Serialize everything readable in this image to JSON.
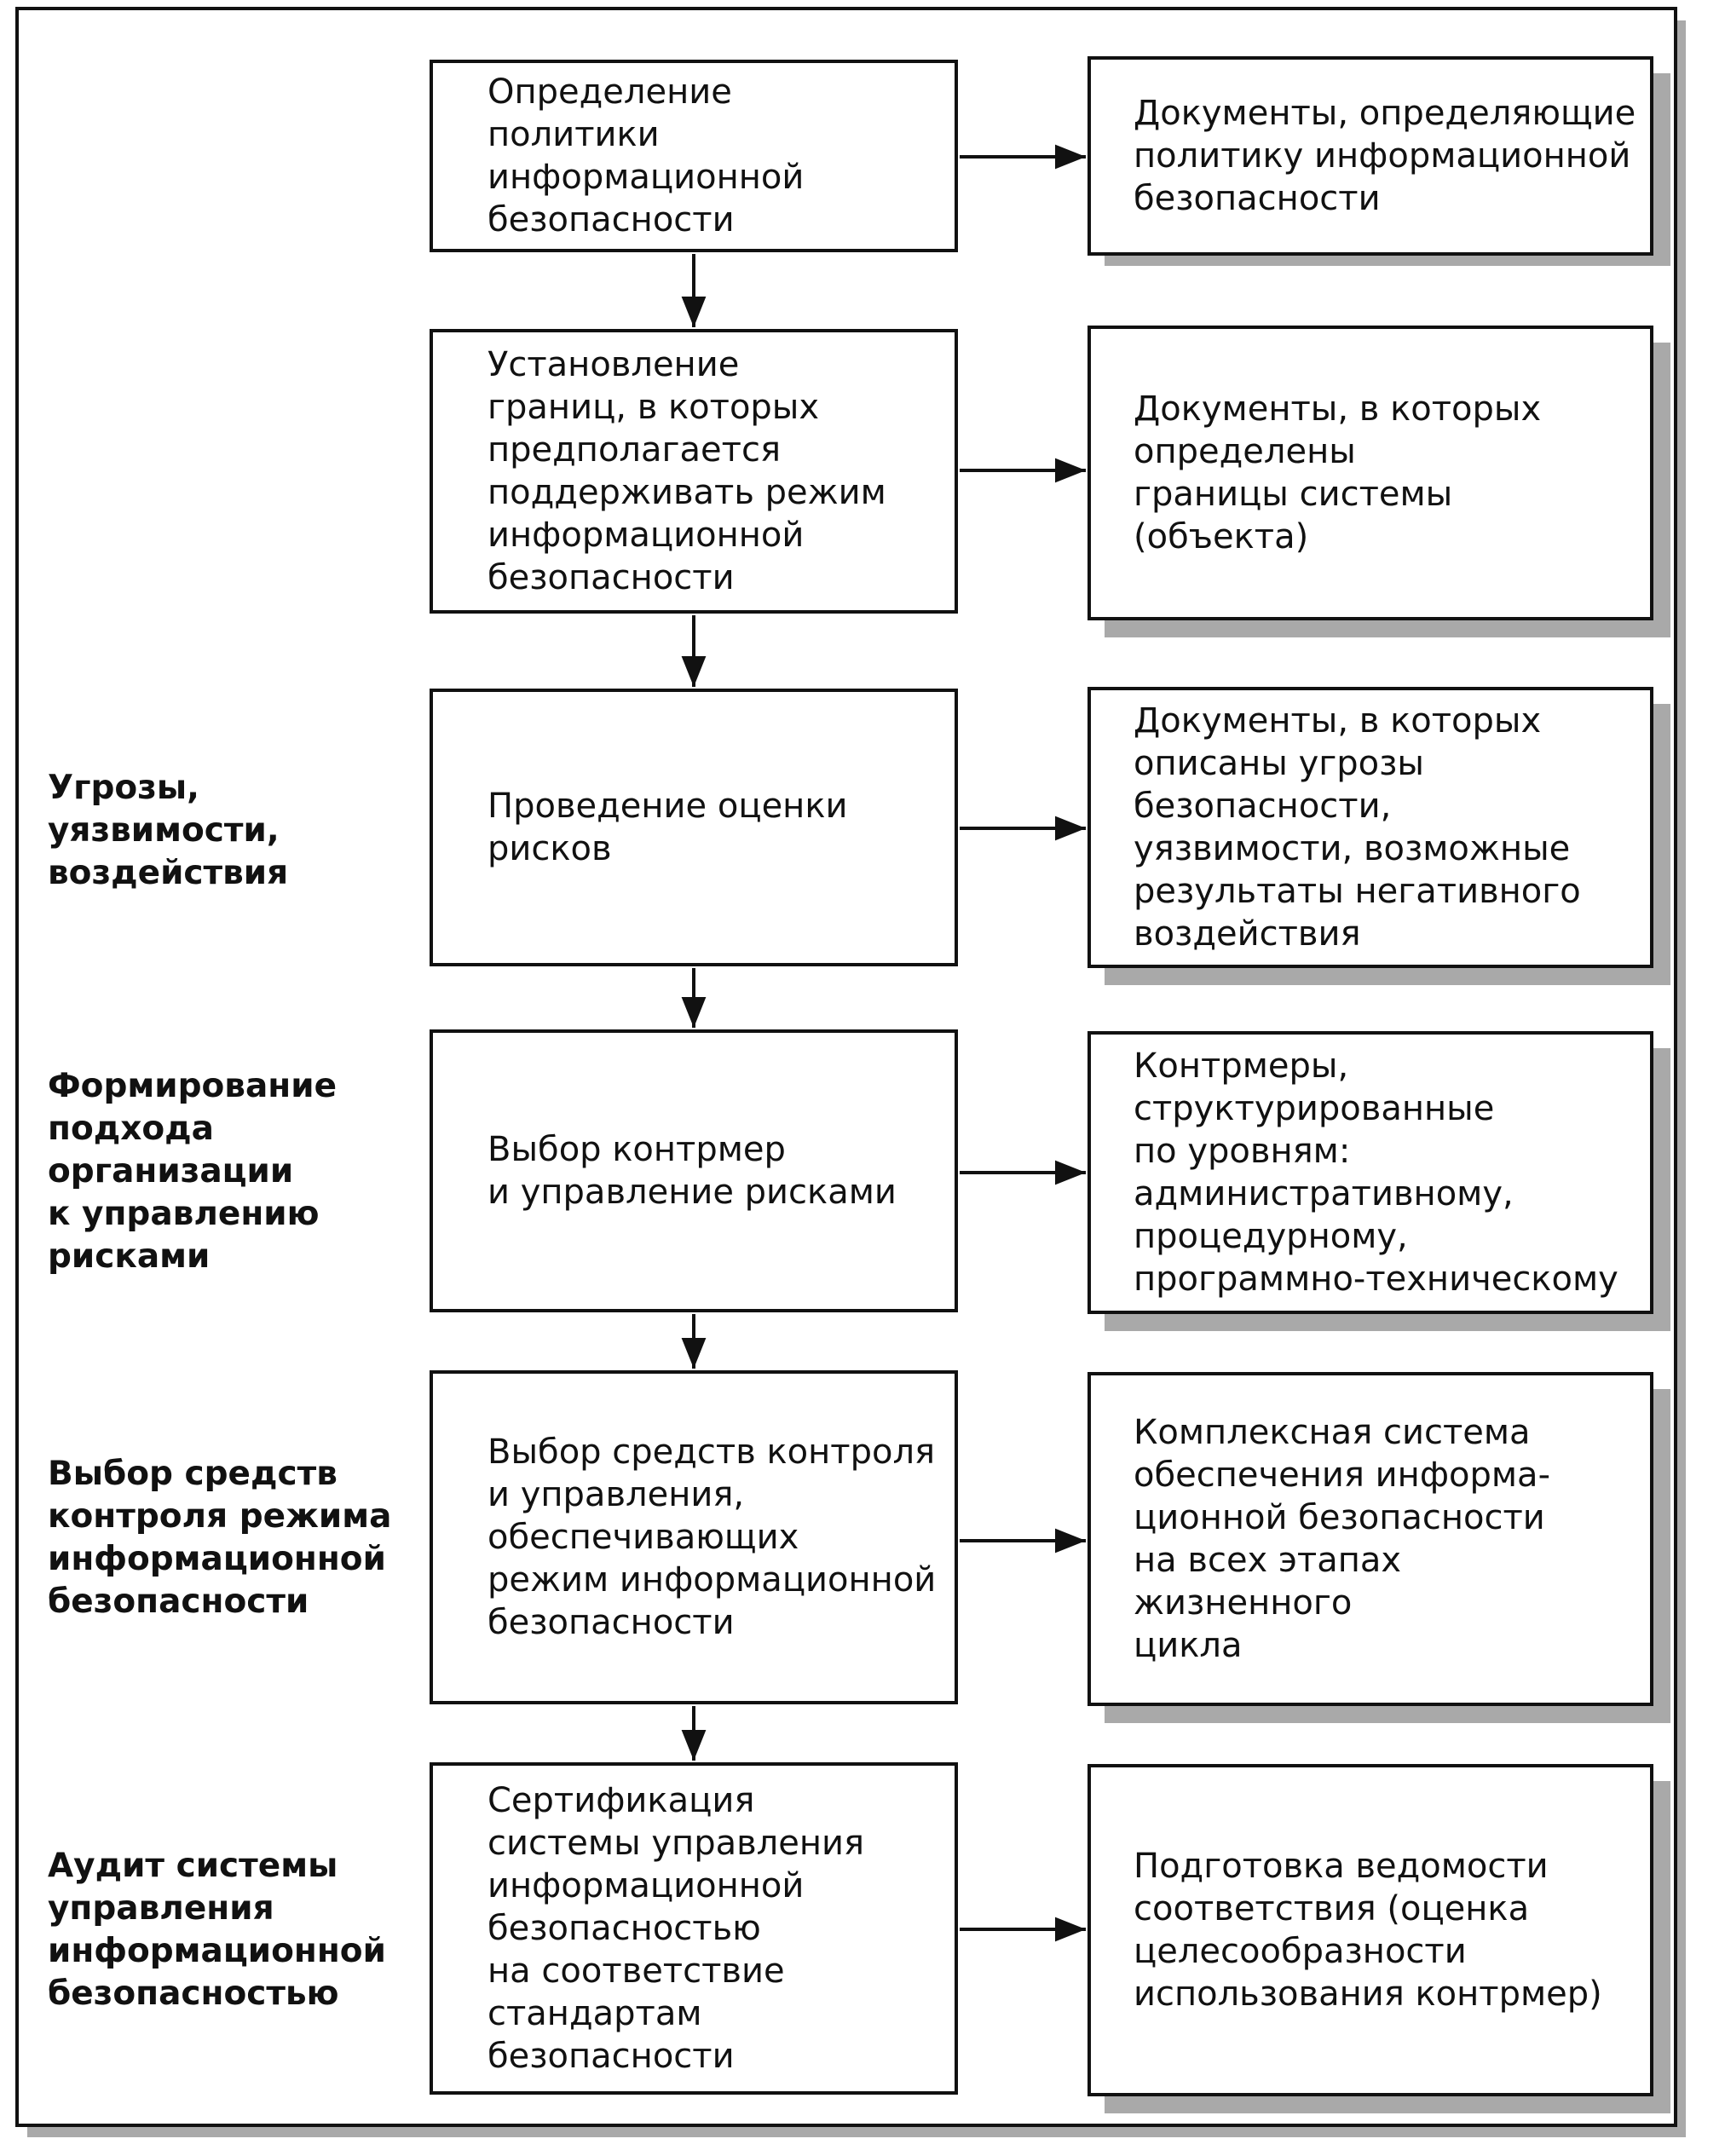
{
  "stages": [
    {
      "side_label": "",
      "process": "Определение\nполитики\nинформационной\nбезопасности",
      "output": "Документы, определяющие\nполитику информационной\nбезопасности"
    },
    {
      "side_label": "",
      "process": "Установление\nграниц, в которых\nпредполагается\nподдерживать режим\nинформационной\nбезопасности",
      "output": "Документы, в которых\nопределены\nграницы системы\n(объекта)"
    },
    {
      "side_label": "Угрозы,\nуязвимости,\nвоздействия",
      "process": "Проведение оценки\nрисков",
      "output": "Документы, в которых\nописаны угрозы\nбезопасности,\nуязвимости, возможные\nрезультаты негативного\nвоздействия"
    },
    {
      "side_label": "Формирование\nподхода\nорганизации\nк управлению\nрисками",
      "process": "Выбор контрмер\nи управление рисками",
      "output": "Контрмеры,\nструктурированные\nпо уровням:\nадминистративному,\nпроцедурному,\nпрограммно-техническому"
    },
    {
      "side_label": "Выбор средств\nконтроля режима\nинформационной\nбезопасности",
      "process": "Выбор средств контроля\nи управления,\nобеспечивающих\nрежим информационной\nбезопасности",
      "output": "Комплексная система\nобеспечения информа-\nционной безопасности\nна всех этапах\nжизненного\nцикла"
    },
    {
      "side_label": "Аудит системы\nуправления\nинформационной\nбезопасностью",
      "process": "Сертификация\nсистемы управления\nинформационной\nбезопасностью\nна соответствие\nстандартам\nбезопасности",
      "output": "Подготовка ведомости\nсоответствия (оценка\nцелесообразности\nиспользования контрмер)"
    }
  ]
}
